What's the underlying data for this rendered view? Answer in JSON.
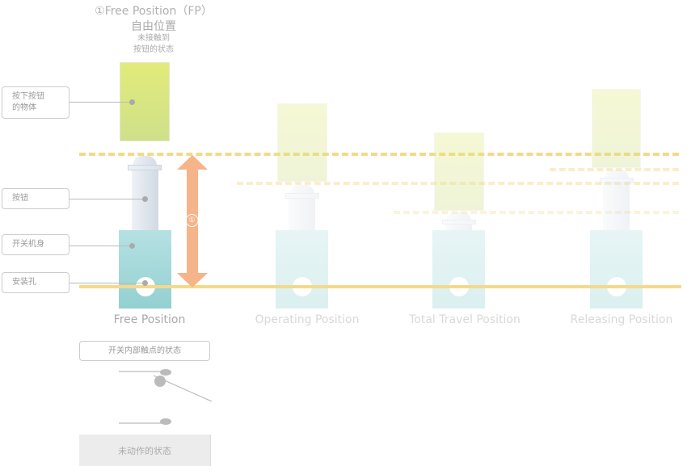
{
  "header": {
    "title": "①Free Position（FP）",
    "subtitle": "自由位置",
    "note_line1": "未接触到",
    "note_line2": "按钮的状态"
  },
  "callouts": [
    {
      "line1": "按下按钮",
      "line2": "的物体"
    },
    {
      "line1": "按钮"
    },
    {
      "line1": "开关机身"
    },
    {
      "line1": "安装孔"
    }
  ],
  "arrow_marker": "①",
  "positions": [
    {
      "label": "Free Position"
    },
    {
      "label": "Operating Position"
    },
    {
      "label": "Total Travel Position"
    },
    {
      "label": "Releasing Position"
    }
  ],
  "contacts": {
    "header": "开关内部触点的状态",
    "state": "未动作的状态"
  },
  "colors": {
    "actuator": "#dfe97a",
    "body": "#a6d9da",
    "arrow": "#f5b48a",
    "reference_line": "#f5d98a"
  }
}
